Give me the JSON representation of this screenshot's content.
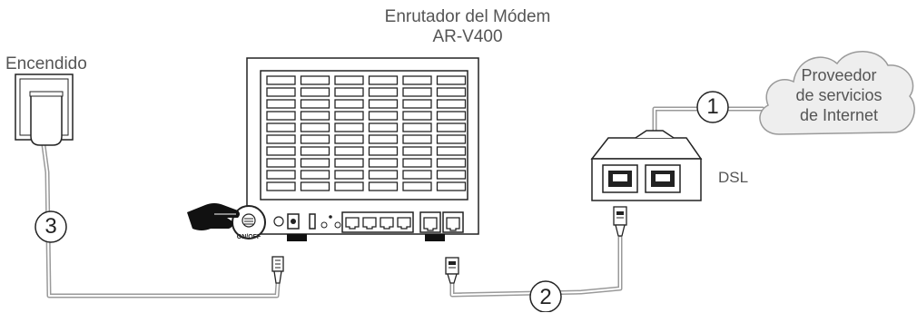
{
  "diagram": {
    "title_line1": "Enrutador del Módem",
    "title_line2": "AR-V400",
    "power_label": "Encendido",
    "isp_label_line1": "Proveedor",
    "isp_label_line2": "de servicios",
    "isp_label_line3": "de Internet",
    "dsl_label": "DSL",
    "button_label": "ON/OFF",
    "steps": [
      "1",
      "2",
      "3"
    ]
  },
  "colors": {
    "cable": "#bdbdbd",
    "outline": "#222222",
    "cloud_fill": "#eeeeee",
    "text": "#555555"
  }
}
